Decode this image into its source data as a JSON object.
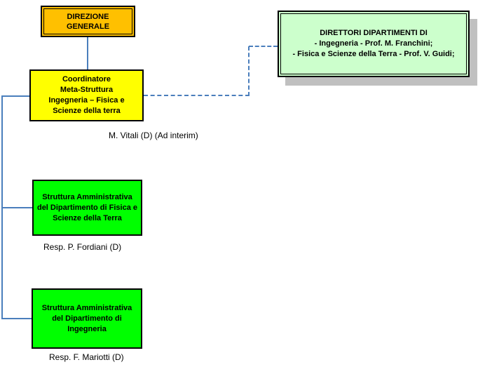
{
  "nodes": {
    "direzione": {
      "text": "DIREZIONE\nGENERALE",
      "fill": "#FFC000"
    },
    "direttori": {
      "text": "DIRETTORI DIPARTIMENTI DI\n- Ingegneria - Prof. M. Franchini;\n- Fisica e Scienze della Terra - Prof. V. Guidi;",
      "fill": "#CCFFCC"
    },
    "coordinatore": {
      "text": "Coordinatore\nMeta-Struttura\nIngegneria – Fisica e\nScienze della terra",
      "fill": "#FFFF00",
      "caption": "M. Vitali (D) (Ad interim)"
    },
    "struttura_fisica": {
      "text": "Struttura Amministrativa\ndel Dipartimento di Fisica e\nScienze della Terra",
      "fill": "#00FF00",
      "caption": "Resp. P. Fordiani (D)"
    },
    "struttura_ingegneria": {
      "text": "Struttura Amministrativa\ndel Dipartimento di\nIngegneria",
      "fill": "#00FF00",
      "caption": "Resp. F. Mariotti (D)"
    }
  },
  "colors": {
    "connector_blue": "#4A7EBC",
    "border_black": "#000000",
    "shadow_gray": "#C0C0C0",
    "direzione_fill": "#FFC000",
    "coordinatore_fill": "#FFFF00",
    "struttura_fill": "#00FF00",
    "direttori_fill": "#CCFFCC",
    "background": "#FFFFFF"
  }
}
